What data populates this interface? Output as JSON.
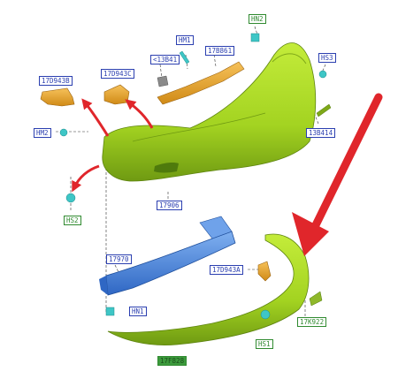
{
  "parts": {
    "hn2": "HN2",
    "hm1": "HM1",
    "p13b41": "<13B41",
    "p17b861": "17B861",
    "hs3": "HS3",
    "p17d943b": "17D943B",
    "p17d943c": "17D943C",
    "hm2": "HM2",
    "p13b414": "13B414",
    "hs2": "HS2",
    "p17906": "17906",
    "p17970": "17970",
    "p17d943a": "17D943A",
    "hn1": "HN1",
    "hs1": "HS1",
    "p17k922": "17K922",
    "p17f828": "17F828"
  },
  "colors": {
    "bumper_green": "#a3d321",
    "bracket_orange": "#e8a62a",
    "reinforcement_blue": "#4d86d9",
    "clip_teal": "#3ec6c6",
    "arrow_red": "#e0262b",
    "label_blue": "#2b3fb0",
    "label_green": "#2f8a2f"
  }
}
